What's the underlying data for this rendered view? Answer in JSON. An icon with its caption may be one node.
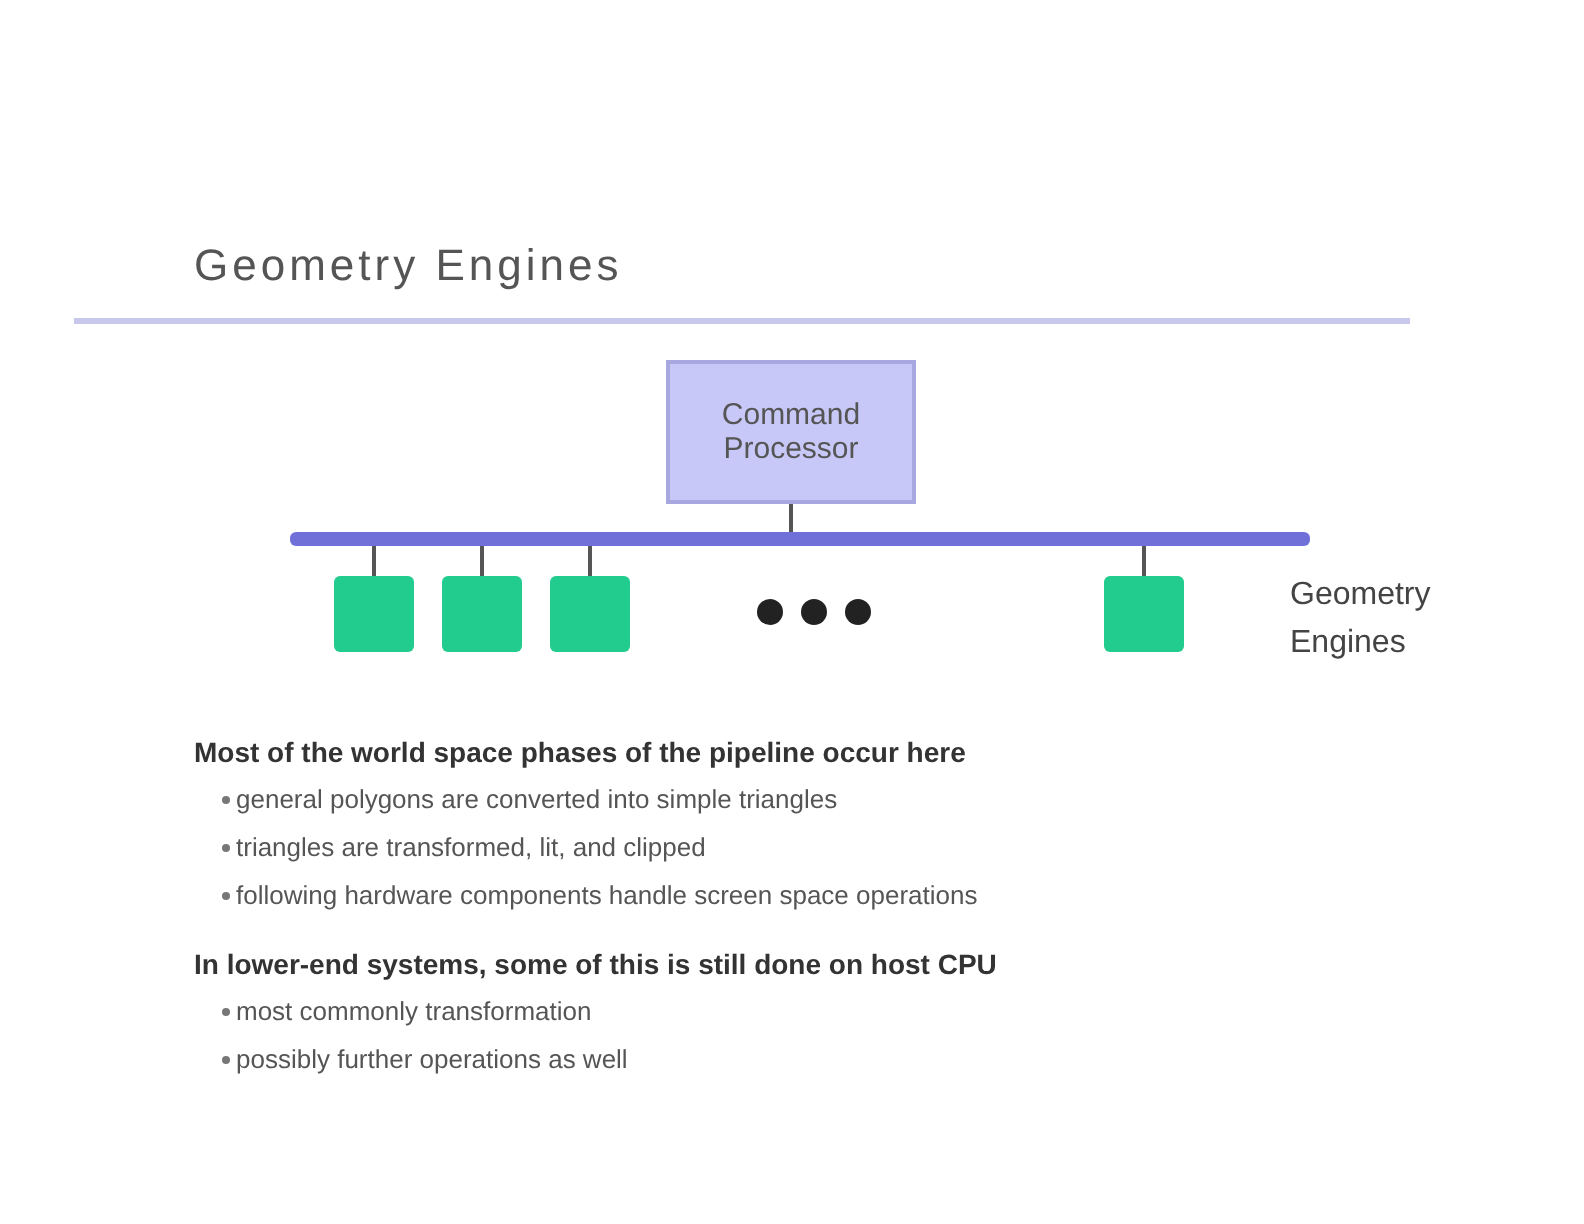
{
  "diagram": {
    "title": "Geometry Engines",
    "nodes": [
      {
        "text": [
          "Command Processor"
        ]
      },
      {
        "text": [],
        "shape": "bar"
      },
      {
        "text": [],
        "shape": "box"
      },
      {
        "text": [],
        "shape": "box"
      },
      {
        "text": [],
        "shape": "box"
      },
      {
        "text": [],
        "shape": "box"
      }
    ],
    "edges": [
      {
        "from": 0,
        "to": 1,
        "arrow": "none"
      },
      {
        "from": 1,
        "to": 2,
        "arrow": "none"
      },
      {
        "from": 1,
        "to": 3,
        "arrow": "none"
      },
      {
        "from": 1,
        "to": 4,
        "arrow": "none"
      },
      {
        "from": 1,
        "to": 5,
        "arrow": "none"
      }
    ],
    "labels": [
      "Geometry Engines",
      "Most of the world space phases of the pipeline occur here",
      "general polygons are converted into simple triangles",
      "triangles are transformed, lit, and clipped",
      "following hardware components handle screen space operations",
      "In lower-end systems, some of this is still done on host CPU",
      "most commonly transformation",
      "possibly further operations as well"
    ]
  }
}
